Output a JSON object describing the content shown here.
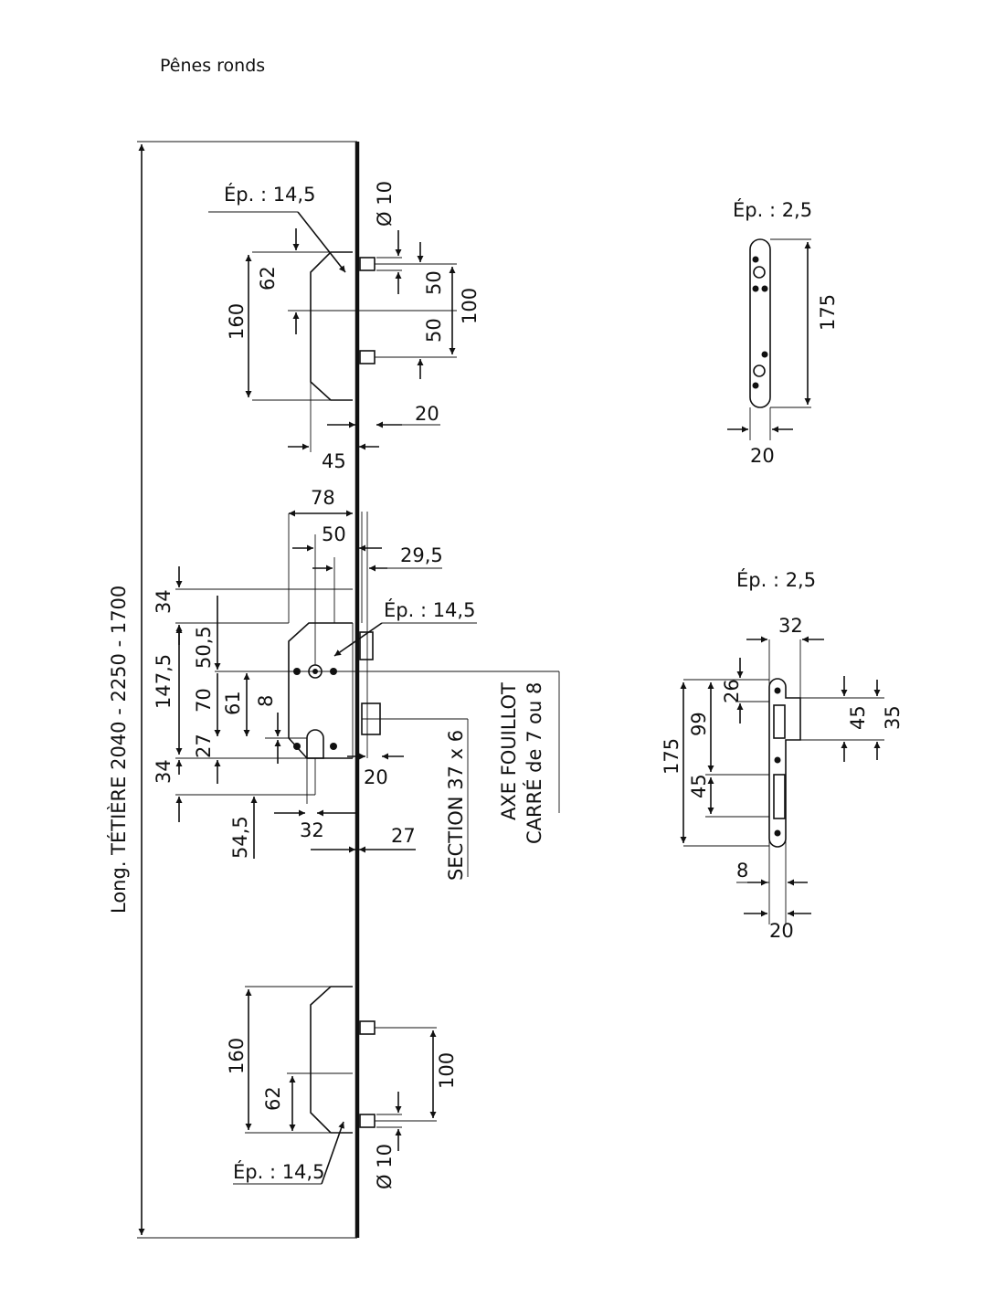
{
  "title": "Pênes ronds",
  "main_lock": {
    "total_length_label": "Long. TÉTIÈRE 2040 - 2250 - 1700",
    "top_bolt": {
      "thickness": "Ép. : 14,5",
      "diameter": "Ø 10",
      "dim_62": "62",
      "dim_160": "160",
      "dim_50a": "50",
      "dim_50b": "50",
      "dim_100": "100",
      "dim_20": "20",
      "dim_45": "45"
    },
    "case": {
      "dim_78": "78",
      "dim_50": "50",
      "dim_29_5": "29,5",
      "thickness": "Ép. : 14,5",
      "dim_34_top": "34",
      "dim_50_5": "50,5",
      "dim_147_5": "147,5",
      "dim_70": "70",
      "dim_61": "61",
      "dim_8": "8",
      "dim_27_left": "27",
      "dim_34_bottom": "34",
      "dim_20": "20",
      "dim_54_5": "54,5",
      "dim_32": "32",
      "dim_27_bottom": "27",
      "section_label": "SECTION 37 x 6",
      "axe_label": "AXE FOUILLOT",
      "carre_label": "CARRÉ de 7 ou 8"
    },
    "bottom_bolt": {
      "dim_160": "160",
      "dim_62": "62",
      "dim_100": "100",
      "diameter": "Ø 10",
      "thickness": "Ép. : 14,5"
    }
  },
  "strike_plate_1": {
    "thickness": "Ép. : 2,5",
    "dim_175": "175",
    "dim_20": "20"
  },
  "strike_plate_2": {
    "thickness": "Ép. : 2,5",
    "dim_32": "32",
    "dim_26": "26",
    "dim_99": "99",
    "dim_175": "175",
    "dim_45_left": "45",
    "dim_45_right": "45",
    "dim_35": "35",
    "dim_8": "8",
    "dim_20": "20"
  }
}
